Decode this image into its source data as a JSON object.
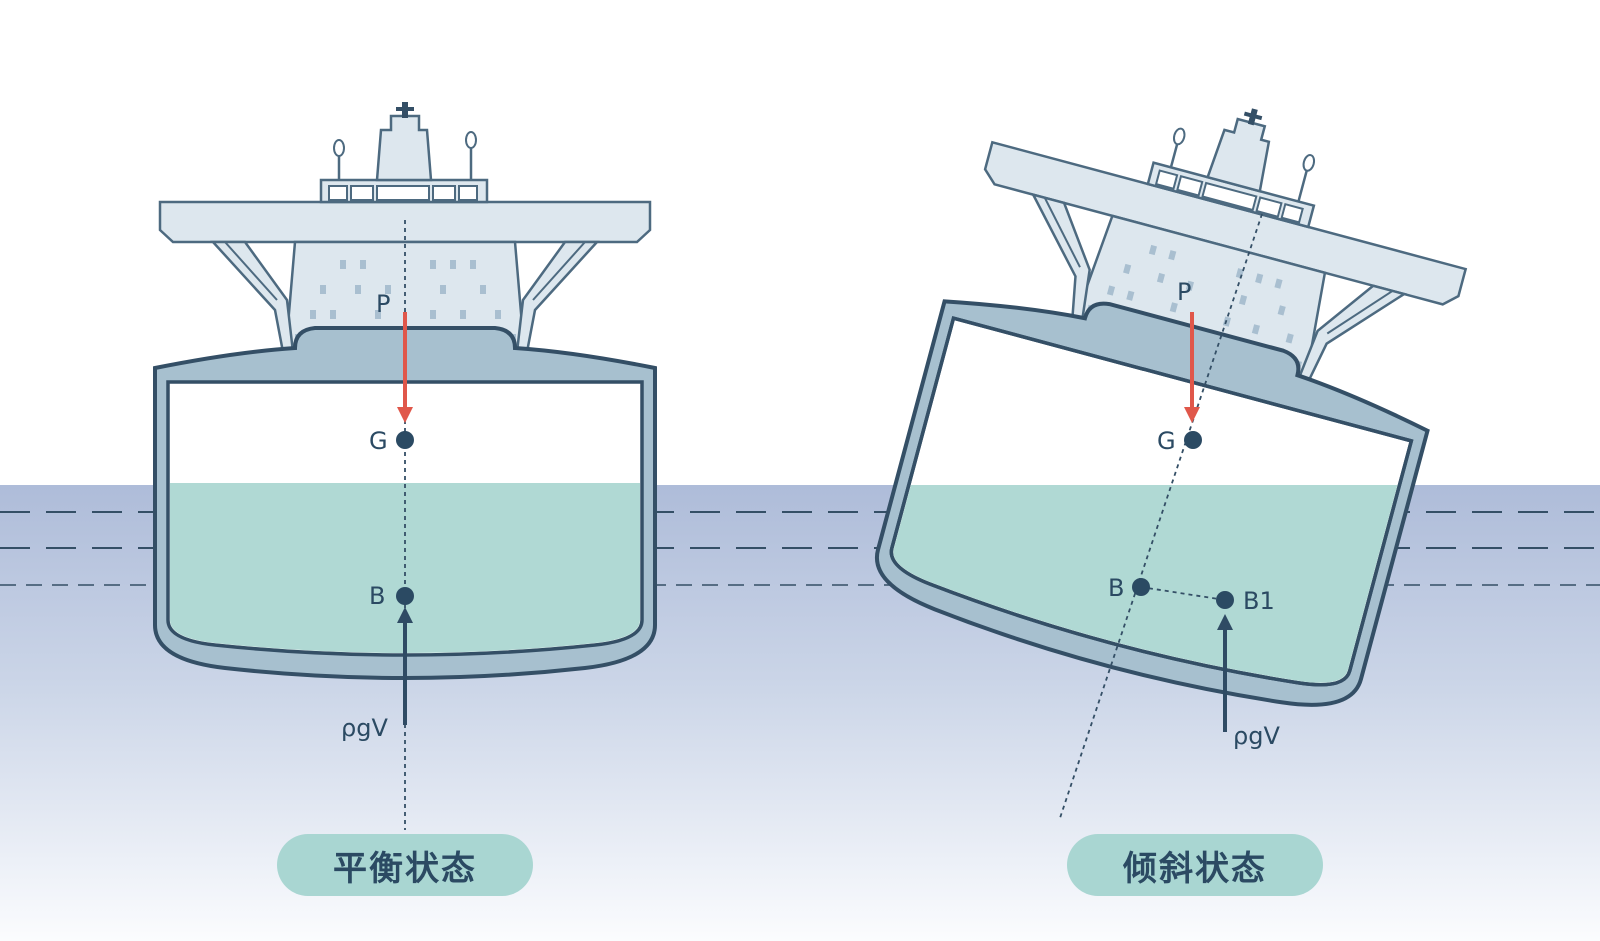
{
  "colors": {
    "sea_top": "#aebcd9",
    "sea_bottom": "#fbfcfe",
    "hull_fill": "#a7c0cf",
    "hull_stroke": "#344f66",
    "super_fill": "#dde7ee",
    "super_stroke": "#4d6a80",
    "liquid": "#b0d9d4",
    "gravity_arrow": "#e0574a",
    "buoyancy_arrow": "#2f4b64"
  },
  "left_ship": {
    "label_P": "P",
    "label_G": "G",
    "label_B": "B",
    "label_force": "ρgV",
    "caption": "平衡状态"
  },
  "right_ship": {
    "label_P": "P",
    "label_G": "G",
    "label_B": "B",
    "label_B1": "B1",
    "label_force": "ρgV",
    "caption": "倾斜状态"
  }
}
